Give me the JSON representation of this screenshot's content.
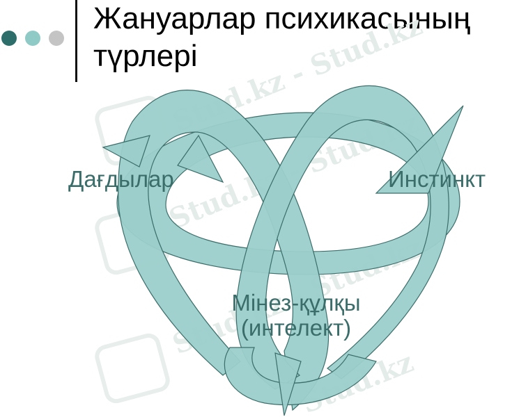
{
  "title": {
    "line1": "Жануарлар психикасының",
    "line2": "түрлері"
  },
  "labels": {
    "left": "Дағдылар",
    "right": "Инстинкт",
    "bottom_line1": "Мінез-құлқы",
    "bottom_line2": "(интелект)"
  },
  "watermark": {
    "text": "Stud.kz - Stud.kz",
    "text_short": "Stud.kz"
  },
  "colors": {
    "dot1": "#2e6e6a",
    "dot2": "#8fcac6",
    "dot3": "#c4c4c4",
    "knot_fill": "#9ccfcb",
    "knot_stroke": "#3b6e6a",
    "label_text": "#3b6e6a",
    "watermark": "#dfe8e6"
  }
}
